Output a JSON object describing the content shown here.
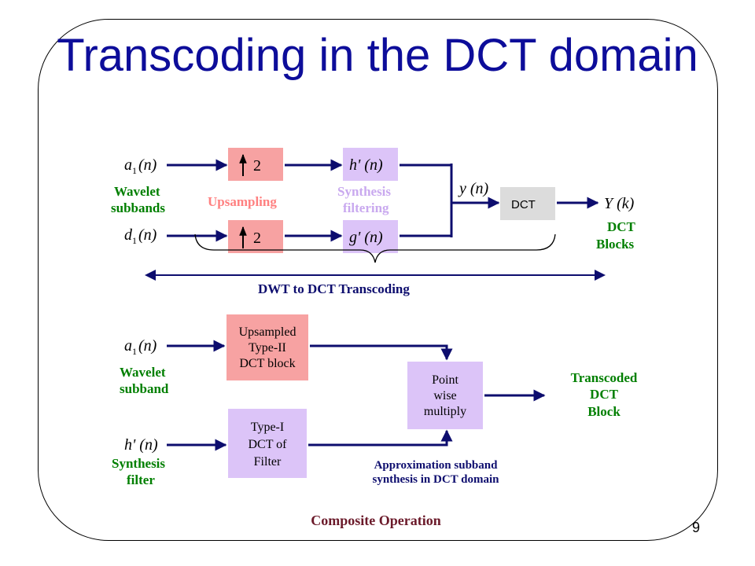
{
  "title": "Transcoding in the DCT domain",
  "page_number": "9",
  "colors": {
    "title": "#0d0d9a",
    "wire": "#0d0d6e",
    "green": "#007f00",
    "pink_box": "#f7a2a2",
    "lavender_box": "#dcc4f8",
    "gray_box": "#dcdcdc",
    "maroon": "#6b1a2a"
  },
  "top": {
    "input_a": {
      "sym": "a",
      "sub": "1",
      "arg": "(n)"
    },
    "input_d": {
      "sym": "d",
      "sub": "1",
      "arg": "(n)"
    },
    "up_factor": "2",
    "h_filter": "h' (n)",
    "g_filter": "g' (n)",
    "y_signal": "y (n)",
    "dct_box": "DCT",
    "output": "Y (k)",
    "label_wavelet": [
      "Wavelet",
      "subbands"
    ],
    "label_upsampling": "Upsampling",
    "label_synthesis": [
      "Synthesis",
      "filtering"
    ],
    "label_dct_blocks": [
      "DCT",
      "Blocks"
    ],
    "span_label": "DWT to DCT Transcoding"
  },
  "bottom": {
    "input_a": {
      "sym": "a",
      "sub": "1",
      "arg": "(n)"
    },
    "input_h": "h' (n)",
    "box_up": [
      "Upsampled",
      "Type-II",
      "DCT block"
    ],
    "box_type1": [
      "Type-I",
      "DCT of",
      "Filter"
    ],
    "box_point": [
      "Point",
      "wise",
      "multiply"
    ],
    "label_wavelet": [
      "Wavelet",
      "subband"
    ],
    "label_synth_filter": [
      "Synthesis",
      "filter"
    ],
    "label_transcoded": [
      "Transcoded",
      "DCT",
      "Block"
    ],
    "label_approx": [
      "Approximation subband",
      "synthesis in DCT domain"
    ],
    "caption": "Composite Operation"
  }
}
